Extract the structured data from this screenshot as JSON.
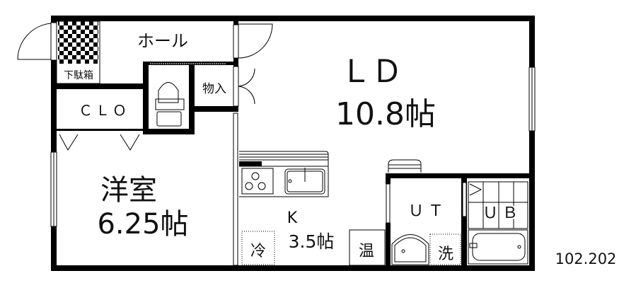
{
  "rooms": {
    "hall": "ホール",
    "shoe_box": "下駄箱",
    "closet": "ＣＬＯ",
    "storage": "物入",
    "ld_name": "ＬＤ",
    "ld_size": "10.8帖",
    "western_name": "洋室",
    "western_size": "6.25帖",
    "kitchen_name": "K",
    "kitchen_size": "3.5帖",
    "utility": "ＵＴ",
    "bath": "ＵＢ"
  },
  "fixtures": {
    "fridge": "冷",
    "water_heater": "温",
    "washer": "洗"
  },
  "plan_number": "102.202"
}
